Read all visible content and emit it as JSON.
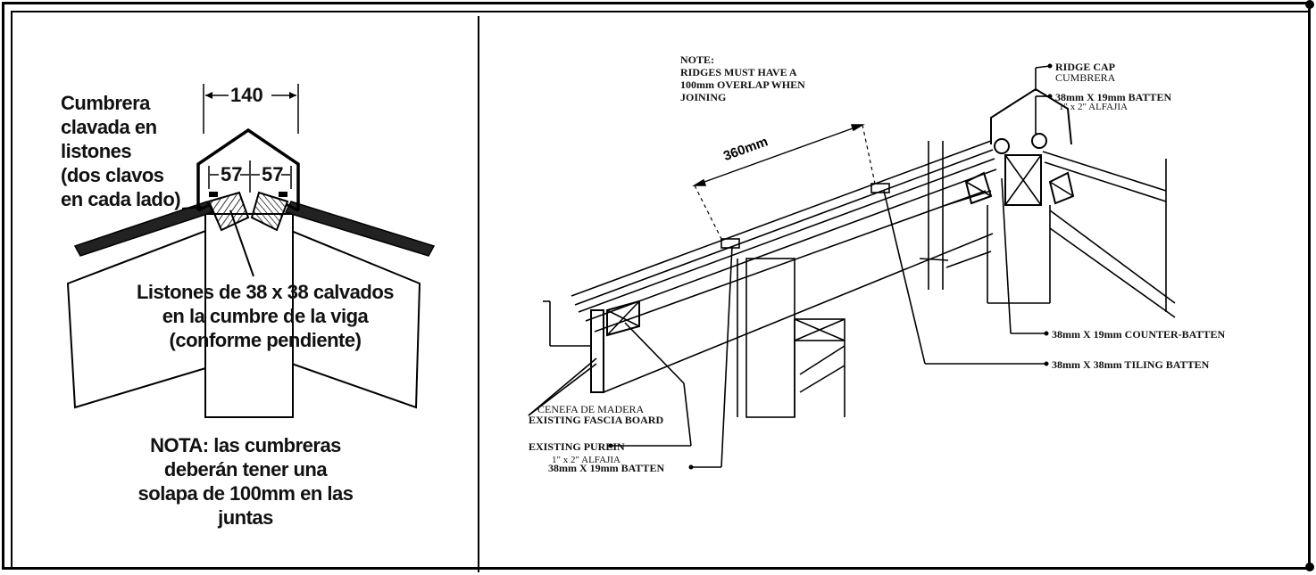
{
  "left_panel": {
    "dimension_top": "140",
    "dimension_left": "57",
    "dimension_right": "57",
    "label_ridge_nailed": [
      "Cumbrera",
      "clavada en",
      "listones",
      "(dos clavos",
      "en cada lado)"
    ],
    "label_battens": [
      "Listones de 38 x 38 calvados",
      "en la cumbre de la viga",
      "(conforme pendiente)"
    ],
    "note_lines": [
      "NOTA: las cumbreras",
      "deberán tener una",
      "solapa de 100mm en las",
      "juntas"
    ]
  },
  "right_panel": {
    "note_lines": [
      "NOTE:",
      "RIDGES MUST HAVE A",
      "100mm OVERLAP WHEN",
      "JOINING"
    ],
    "dimension": "360mm",
    "ridge_cap": "RIDGE CAP",
    "ridge_cap_es": "CUMBRERA",
    "batten_top": "38mm X 19mm BATTEN",
    "batten_top_es": "1\" x 2\" ALFAJIA",
    "counter_batten": "38mm X 19mm COUNTER-BATTEN",
    "tiling_batten": "38mm X 38mm TILING BATTEN",
    "fascia_es": "CENEFA DE MADERA",
    "fascia": "EXISTING FASCIA BOARD",
    "purlin": "EXISTING PURLIN",
    "batten_bottom_es": "1\" x 2\" ALFAJIA",
    "batten_bottom": "38mm X 19mm BATTEN"
  }
}
